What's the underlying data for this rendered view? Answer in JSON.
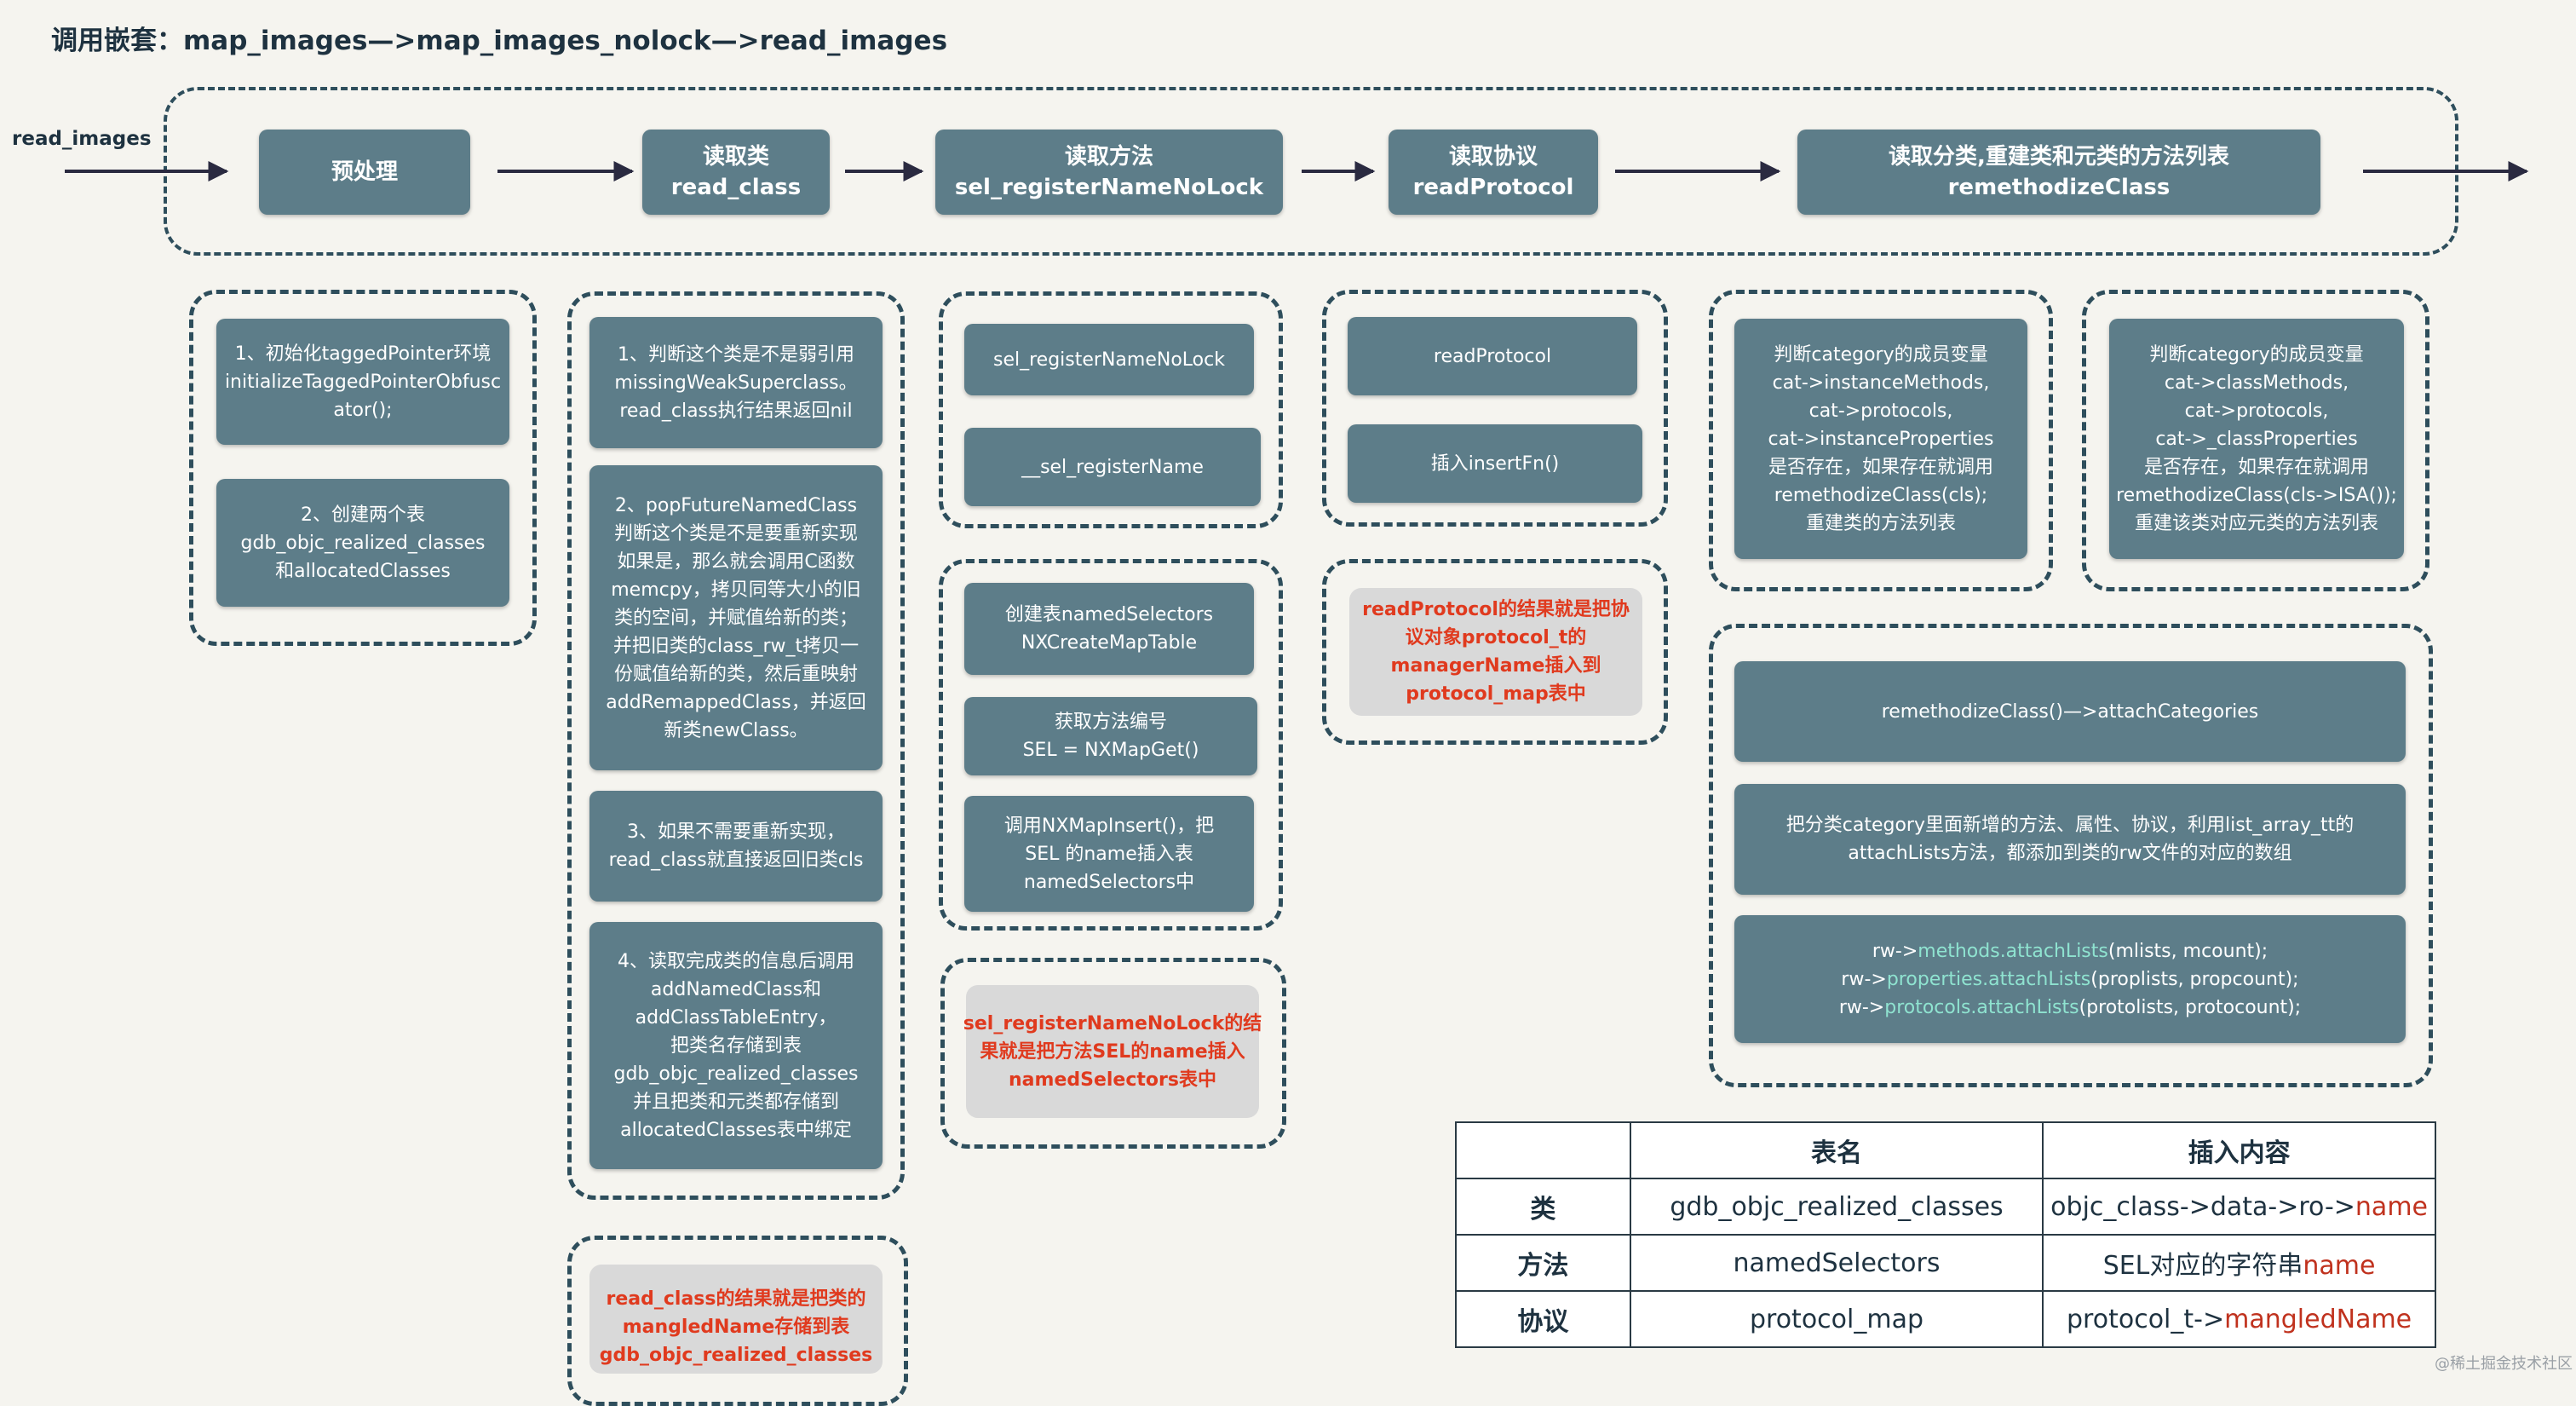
{
  "title": "调用嵌套：map_images—>map_images_nolock—>read_images",
  "entry_label": "read_images",
  "steps": [
    {
      "line1": "预处理",
      "line2": ""
    },
    {
      "line1": "读取类",
      "line2": "read_class"
    },
    {
      "line1": "读取方法",
      "line2": "sel_registerNameNoLock"
    },
    {
      "line1": "读取协议",
      "line2": "readProtocol"
    },
    {
      "line1": "读取分类,重建类和元类的方法列表",
      "line2": "remethodizeClass"
    }
  ],
  "preprocess": {
    "item1": [
      "1、初始化taggedPointer环境",
      "initializeTaggedPointerObfusc",
      "ator();"
    ],
    "item2": [
      "2、创建两个表",
      "gdb_objc_realized_classes",
      "和allocatedClasses"
    ]
  },
  "read_class": {
    "item1": [
      "1、判断这个类是不是弱引用",
      "missingWeakSuperclass。",
      "read_class执行结果返回nil"
    ],
    "item2": [
      "2、popFutureNamedClass",
      "判断这个类是不是要重新实现",
      "如果是，那么就会调用C函数",
      "memcpy，拷贝同等大小的旧",
      "类的空间，并赋值给新的类；",
      "并把旧类的class_rw_t拷贝一",
      "份赋值给新的类，然后重映射",
      "addRemappedClass，并返回",
      "新类newClass。"
    ],
    "item3": [
      "3、如果不需要重新实现，",
      "read_class就直接返回旧类cls"
    ],
    "item4": [
      "4、读取完成类的信息后调用",
      "addNamedClass和",
      "addClassTableEntry，",
      "把类名存储到表",
      "gdb_objc_realized_classes",
      "并且把类和元类都存储到",
      "allocatedClasses表中绑定"
    ],
    "note": [
      "read_class的结果就是把类的",
      "mangledName存储到表",
      "gdb_objc_realized_classes"
    ]
  },
  "sel": {
    "top1": "sel_registerNameNoLock",
    "top2": "__sel_registerName",
    "item1": [
      "创建表namedSelectors",
      "NXCreateMapTable"
    ],
    "item2": [
      "获取方法编号",
      "SEL = NXMapGet()"
    ],
    "item3": [
      "调用NXMapInsert()，把",
      "SEL 的name插入表",
      "namedSelectors中"
    ],
    "note": [
      "sel_registerNameNoLock的结",
      "果就是把方法SEL的name插入",
      "namedSelectors表中"
    ]
  },
  "protocol": {
    "item1": "readProtocol",
    "item2": "插入insertFn()",
    "note": [
      "readProtocol的结果就是把协",
      "议对象protocol_t的",
      "managerName插入到",
      "protocol_map表中"
    ]
  },
  "category": {
    "left": [
      "判断category的成员变量",
      "cat->instanceMethods,",
      "cat->protocols,",
      "cat->instanceProperties",
      "是否存在，如果存在就调用",
      "remethodizeClass(cls);",
      "重建类的方法列表"
    ],
    "right": [
      "判断category的成员变量",
      "cat->classMethods,",
      "cat->protocols,",
      "cat->_classProperties",
      "是否存在，如果存在就调用",
      "remethodizeClass(cls->ISA());",
      "重建该类对应元类的方法列表"
    ],
    "attach_title": "remethodizeClass()—>attachCategories",
    "attach_desc": [
      "把分类category里面新增的方法、属性、协议，利用list_array_tt的",
      "attachLists方法，都添加到类的rw文件的对应的数组"
    ],
    "code": [
      {
        "pre": "rw->",
        "kw": "methods.attachLists",
        "post": "(mlists, mcount);"
      },
      {
        "pre": "rw->",
        "kw": "properties.attachLists",
        "post": "(proplists, propcount);"
      },
      {
        "pre": "rw->",
        "kw": "protocols.attachLists",
        "post": "(protolists, protocount);"
      }
    ]
  },
  "table": {
    "headers": [
      "",
      "表名",
      "插入内容"
    ],
    "rows": [
      {
        "label": "类",
        "name": "gdb_objc_realized_classes",
        "content_pre": "objc_class->data->ro->",
        "content_red": "name"
      },
      {
        "label": "方法",
        "name": "namedSelectors",
        "content_pre": "SEL对应的字符串",
        "content_red": "name"
      },
      {
        "label": "协议",
        "name": "protocol_map",
        "content_pre": "protocol_t->",
        "content_red": "mangledName"
      }
    ]
  },
  "watermark": "@稀土掘金技术社区",
  "colors": {
    "box": "#5d7d89",
    "border": "#2e4e5c",
    "note_text": "#e03a1e",
    "keyword": "#8fe3d0"
  }
}
